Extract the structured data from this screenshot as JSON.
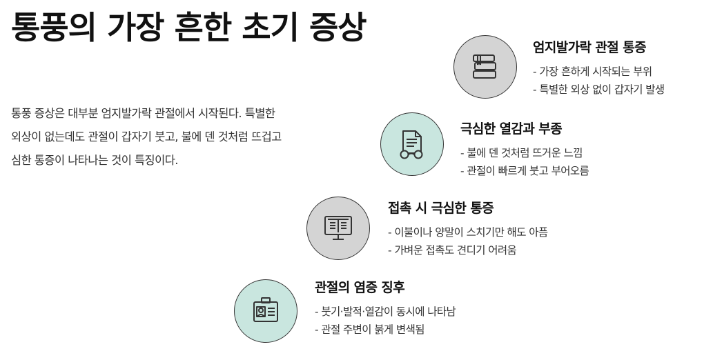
{
  "title": "통풍의 가장 흔한 초기 증상",
  "intro": "통풍 증상은 대부분 엄지발가락 관절에서 시작된다. 특별한 외상이 없는데도 관절이 갑자기 붓고, 불에 덴 것처럼 뜨겁고 심한 통증이 나타나는 것이 특징이다.",
  "steps": [
    {
      "icon": "books-icon",
      "title": "엄지발가락 관절 통증",
      "bullets": [
        "- 가장 흔하게 시작되는 부위",
        "- 특별한 외상 없이 갑자기 발생"
      ]
    },
    {
      "icon": "document-glasses-icon",
      "title": "극심한 열감과 부종",
      "bullets": [
        "- 불에 덴 것처럼 뜨거운 느낌",
        "- 관절이 빠르게 붓고 부어오름"
      ]
    },
    {
      "icon": "open-book-monitor-icon",
      "title": "접촉 시 극심한 통증",
      "bullets": [
        "- 이불이나 양말이 스치기만 해도 아픔",
        "- 가벼운 접촉도 견디기 어려움"
      ]
    },
    {
      "icon": "id-card-icon",
      "title": "관절의 염증 징후",
      "bullets": [
        "- 붓기·발적·열감이 동시에 나타남",
        "- 관절 주변이 붉게 변색됨"
      ]
    }
  ],
  "colors": {
    "gray_circle": "#d4d4d4",
    "mint_circle": "#c9e6df"
  }
}
